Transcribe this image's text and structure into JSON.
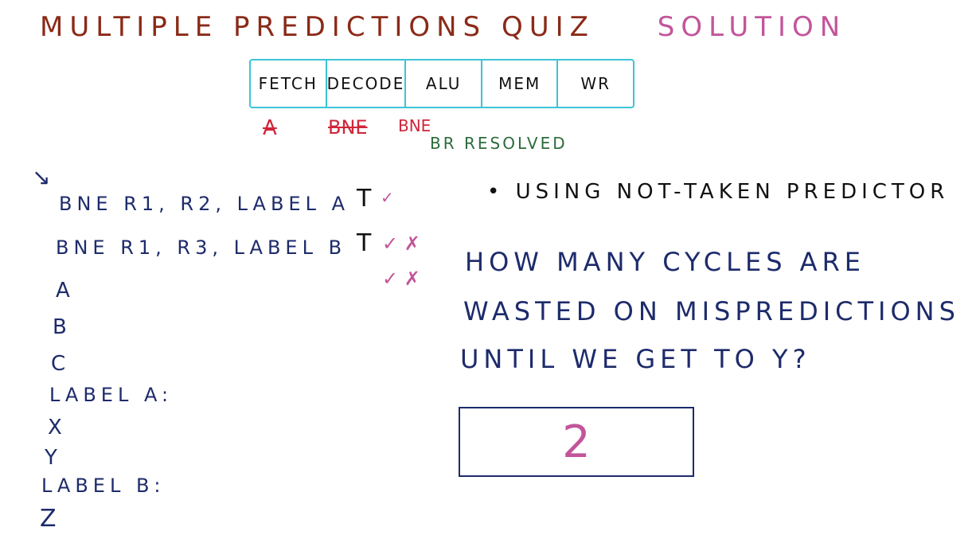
{
  "title": {
    "main": "MULTIPLE PREDICTIONS QUIZ",
    "solution": "SOLUTION"
  },
  "pipeline": {
    "stages": [
      "FETCH",
      "DECODE",
      "ALU",
      "MEM",
      "WR"
    ]
  },
  "pipeline_state": {
    "fetch_item": "A",
    "decode_item": "BNE",
    "alu_item": "BNE",
    "alu_note": "BR RESOLVED"
  },
  "code": [
    {
      "text": "BNE   R1, R2, LABEL A",
      "outcome": "T",
      "marks": "✓"
    },
    {
      "text": "BNE   R1, R3, LABEL B",
      "outcome": "T",
      "marks": "✓ ✗"
    },
    {
      "text": "A",
      "outcome": "",
      "marks": "✓ ✗"
    },
    {
      "text": "B"
    },
    {
      "text": "C"
    },
    {
      "text": "LABEL A:"
    },
    {
      "text": "X"
    },
    {
      "text": "Y"
    },
    {
      "text": "LABEL B:"
    },
    {
      "text": "Z"
    }
  ],
  "arrow": "↘",
  "question": {
    "bullet": "• USING NOT-TAKEN PREDICTOR",
    "line1": "HOW MANY CYCLES ARE",
    "line2": "WASTED ON MISPREDICTIONS",
    "line3": "UNTIL WE GET TO Y?"
  },
  "answer": "2",
  "colors": {
    "title": "#8a2a18",
    "solution": "#c2559a",
    "ink": "#1d2b6b",
    "table": "#3cc4d6",
    "x_mark": "#d0253a"
  }
}
